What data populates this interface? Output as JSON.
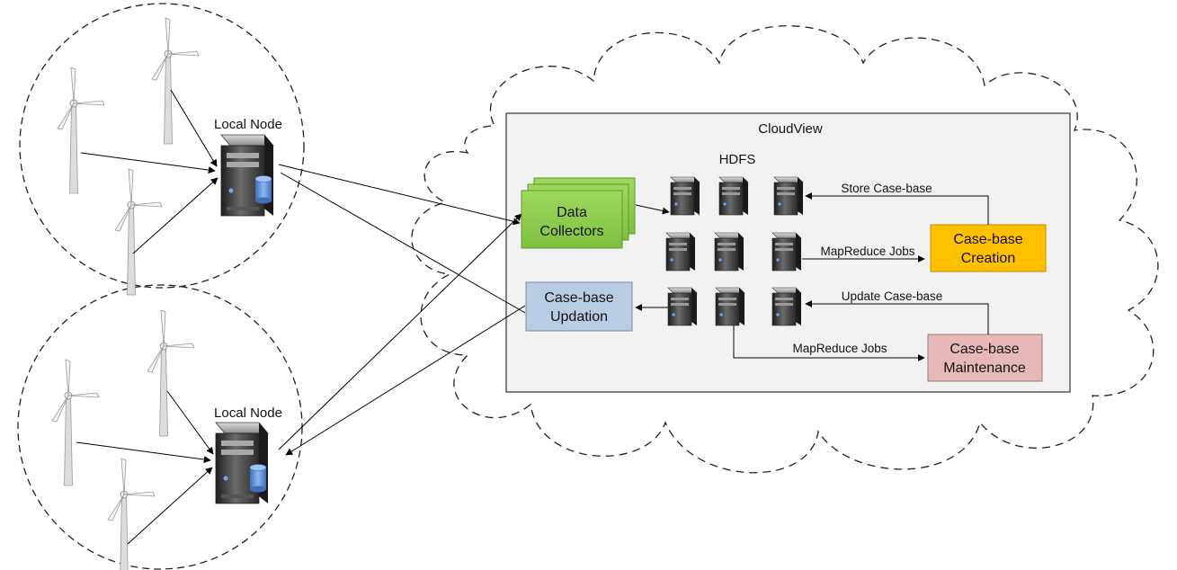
{
  "cloud": {
    "panel_title": "CloudView",
    "hdfs_label": "HDFS"
  },
  "local_nodes": [
    {
      "label": "Local Node"
    },
    {
      "label": "Local Node"
    }
  ],
  "boxes": {
    "data_collectors": {
      "line1": "Data",
      "line2": "Collectors",
      "fill": "#92d050",
      "stroke": "#5a9a2a"
    },
    "updation": {
      "line1": "Case-base",
      "line2": "Updation",
      "fill": "#b8cce4",
      "stroke": "#6f8fb0"
    },
    "creation": {
      "line1": "Case-base",
      "line2": "Creation",
      "fill": "#ffc000",
      "stroke": "#c08a00"
    },
    "maintenance": {
      "line1": "Case-base",
      "line2": "Maintenance",
      "fill": "#e6b9b8",
      "stroke": "#a87877"
    }
  },
  "edge_labels": {
    "store": "Store Case-base",
    "mapreduce_1": "MapReduce Jobs",
    "update": "Update Case-base",
    "mapreduce_2": "MapReduce Jobs"
  },
  "colors": {
    "panel_fill": "#f2f2f2",
    "server_dark": "#2b2b2b",
    "disk_blue": "#5b8fd6"
  }
}
